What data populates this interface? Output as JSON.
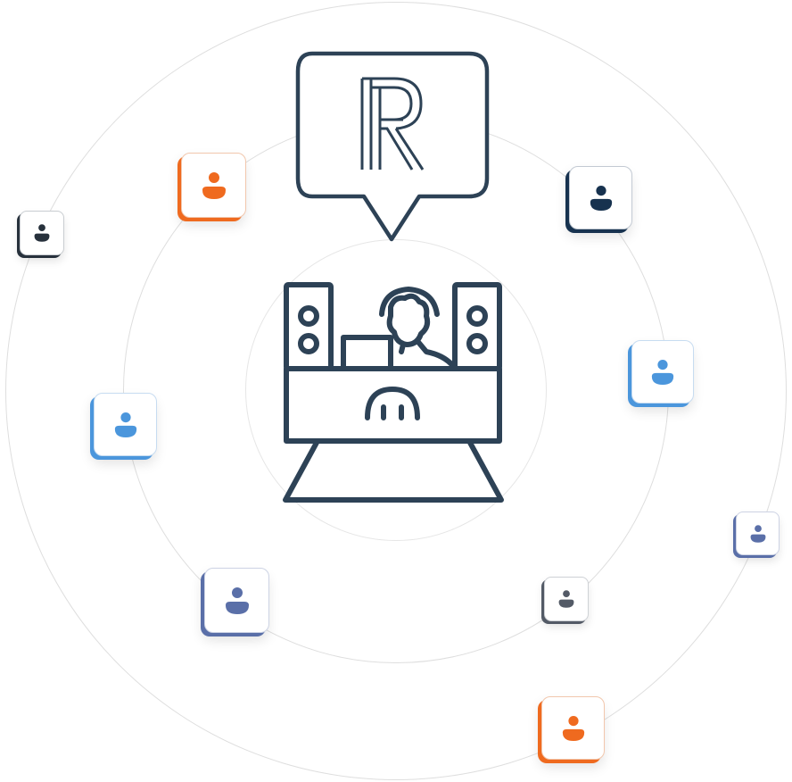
{
  "colors": {
    "navy": "#2d4256",
    "dark_navy": "#17324f",
    "charcoal": "#27313c",
    "orange": "#ef6a1f",
    "blue": "#4b96dc",
    "slate_blue": "#5a6fa8",
    "gray": "#535a66",
    "ring": "#dedede"
  },
  "center": {
    "speech_bubble_icon": "speech-bubble-icon",
    "logo_icon": "letter-r-logo-icon",
    "booth_icon": "dj-booth-icon"
  },
  "avatars": [
    {
      "name": "avatar-orange-top-left",
      "color": "orange"
    },
    {
      "name": "avatar-charcoal-far-left",
      "color": "charcoal"
    },
    {
      "name": "avatar-navy-top-right",
      "color": "dark_navy"
    },
    {
      "name": "avatar-blue-right",
      "color": "blue"
    },
    {
      "name": "avatar-blue-left",
      "color": "blue"
    },
    {
      "name": "avatar-slate-far-right",
      "color": "slate_blue"
    },
    {
      "name": "avatar-slate-bottom-left",
      "color": "slate_blue"
    },
    {
      "name": "avatar-gray-bottom-right",
      "color": "gray"
    },
    {
      "name": "avatar-orange-bottom",
      "color": "orange"
    }
  ]
}
